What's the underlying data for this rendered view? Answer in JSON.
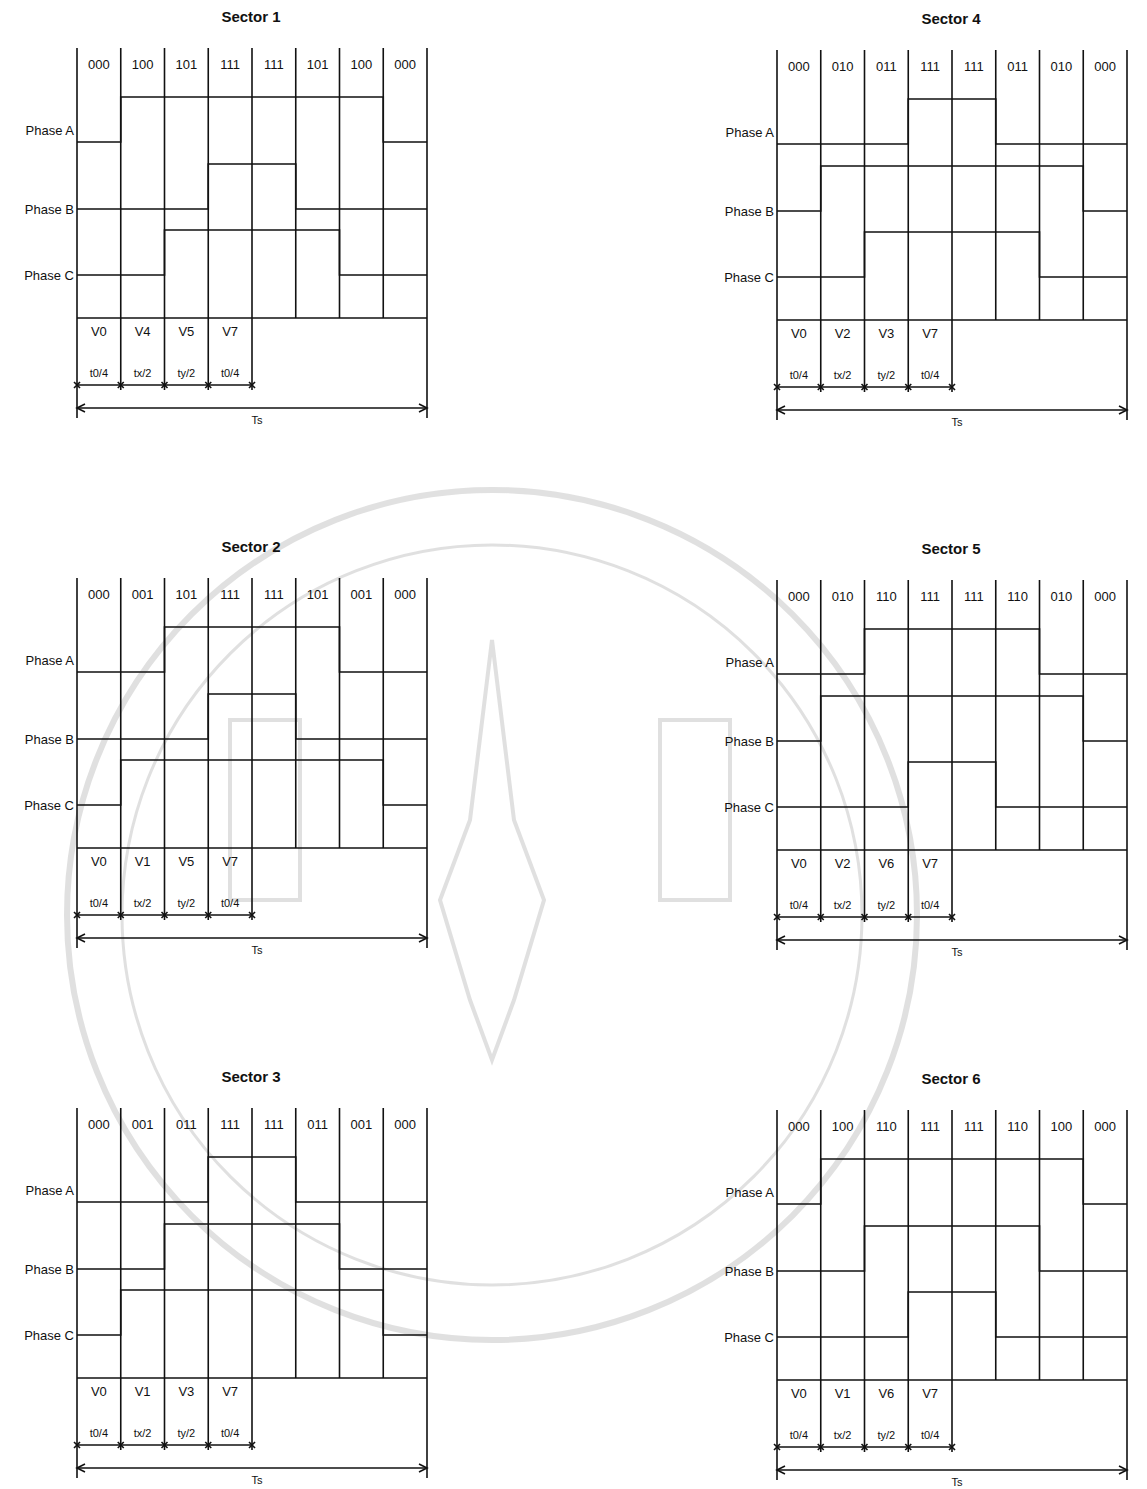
{
  "diagram": {
    "labels": [
      "Sector 1",
      "000",
      "100",
      "101",
      "111",
      "111",
      "101",
      "100",
      "000",
      "Phase A",
      "Phase B",
      "Phase C",
      "V0",
      "V4",
      "V5",
      "V7",
      "t0/4",
      "tx/2",
      "ty/2",
      "t0/4",
      "Ts",
      "Sector 4",
      "000",
      "010",
      "011",
      "111",
      "111",
      "011",
      "010",
      "000",
      "Phase A",
      "Phase B",
      "Phase C",
      "V0",
      "V2",
      "V3",
      "V7",
      "t0/4",
      "tx/2",
      "ty/2",
      "t0/4",
      "Ts",
      "Sector 2",
      "000",
      "001",
      "101",
      "111",
      "111",
      "101",
      "001",
      "000",
      "Phase A",
      "Phase B",
      "Phase C",
      "V0",
      "V1",
      "V5",
      "V7",
      "t0/4",
      "tx/2",
      "ty/2",
      "t0/4",
      "Ts",
      "Sector 5",
      "000",
      "010",
      "110",
      "111",
      "111",
      "110",
      "010",
      "000",
      "Phase A",
      "Phase B",
      "Phase C",
      "V0",
      "V2",
      "V6",
      "V7",
      "t0/4",
      "tx/2",
      "ty/2",
      "t0/4",
      "Ts",
      "Sector 3",
      "000",
      "001",
      "011",
      "111",
      "111",
      "011",
      "001",
      "000",
      "Phase A",
      "Phase B",
      "Phase C",
      "V0",
      "V1",
      "V3",
      "V7",
      "t0/4",
      "tx/2",
      "ty/2",
      "t0/4",
      "Ts",
      "Sector 6",
      "000",
      "100",
      "110",
      "111",
      "111",
      "110",
      "100",
      "000",
      "Phase A",
      "Phase B",
      "Phase C",
      "V0",
      "V1",
      "V6",
      "V7",
      "t0/4",
      "tx/2",
      "ty/2",
      "t0/4",
      "Ts"
    ]
  }
}
